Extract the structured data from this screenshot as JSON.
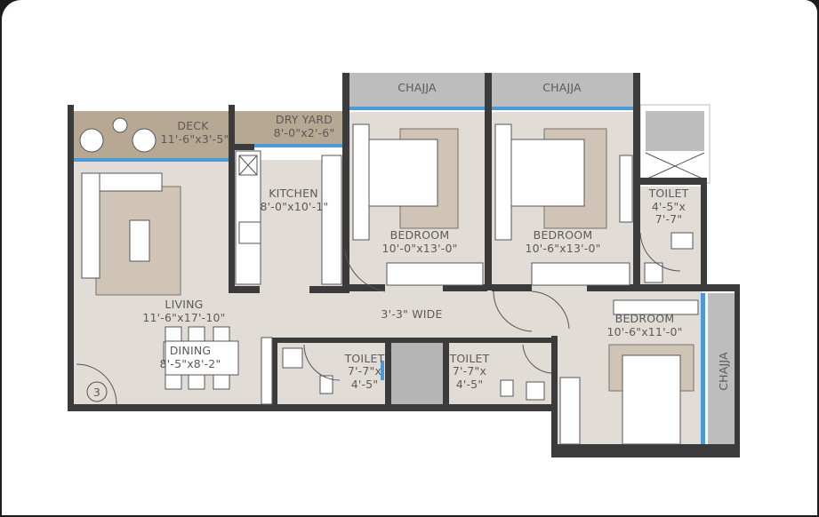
{
  "plan": {
    "rooms": {
      "deck": {
        "name": "DECK",
        "size": "11'-6\"x3'-5\""
      },
      "dry_yard": {
        "name": "DRY YARD",
        "size": "8'-0\"x2'-6\""
      },
      "kitchen": {
        "name": "KITCHEN",
        "size": "8'-0\"x10'-1\""
      },
      "bedroom1": {
        "name": "BEDROOM",
        "size": "10'-0\"x13'-0\""
      },
      "bedroom2": {
        "name": "BEDROOM",
        "size": "10'-6\"x13'-0\""
      },
      "bedroom3": {
        "name": "BEDROOM",
        "size": "10'-6\"x11'-0\""
      },
      "toilet_right": {
        "name": "TOILET",
        "size1": "4'-5\"x",
        "size2": "7'-7\""
      },
      "living": {
        "name": "LIVING",
        "size": "11'-6\"x17'-10\""
      },
      "dining": {
        "name": "DINING",
        "size": "8'-5\"x8'-2\""
      },
      "toilet1": {
        "name": "TOILET",
        "size1": "7'-7\"x",
        "size2": "4'-5\""
      },
      "toilet2": {
        "name": "TOILET",
        "size1": "7'-7\"x",
        "size2": "4'-5\""
      },
      "corridor": {
        "label": "3'-3\" WIDE"
      }
    },
    "chajja_labels": [
      "CHAJJA",
      "CHAJJA",
      "CHAJJA"
    ],
    "unit_number": "3",
    "colors": {
      "wall": "#3c3b3b",
      "floor": "#e2dcd6",
      "deck": "#b6a892",
      "chajja": "#bdbdbd",
      "glass": "#4a9ad8"
    }
  }
}
